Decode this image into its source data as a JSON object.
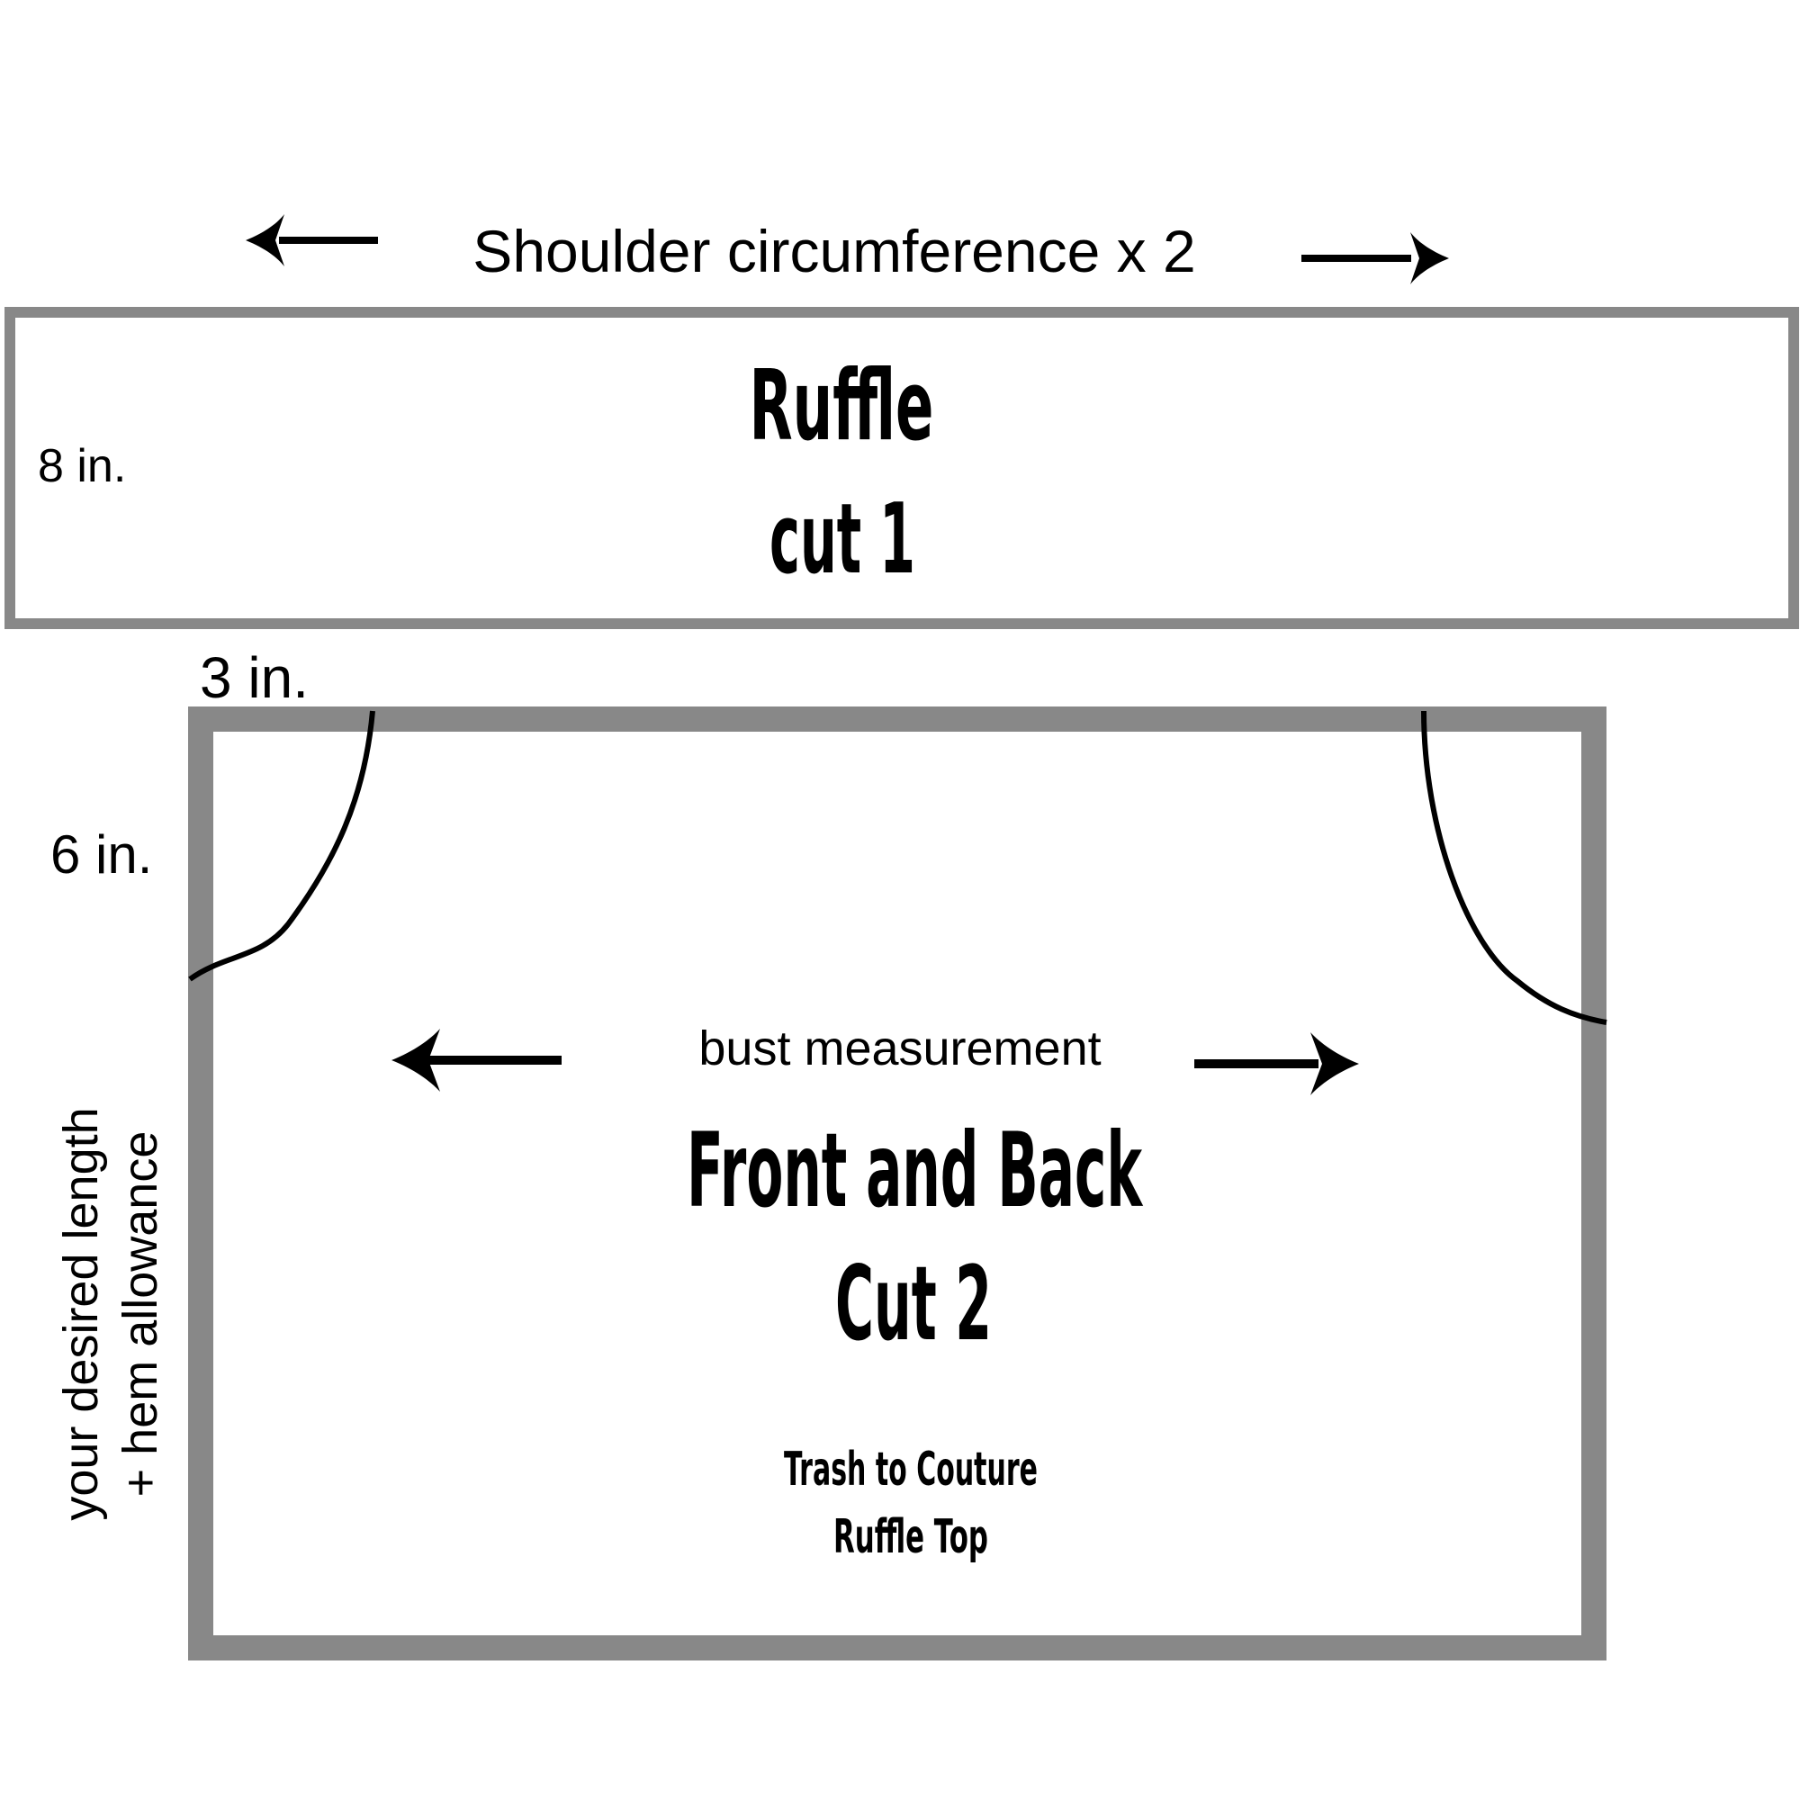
{
  "ruffle_piece": {
    "width_label": "Shoulder circumference x 2",
    "height_label": "8 in.",
    "title": "Ruffle",
    "cut_label": "cut 1"
  },
  "body_piece": {
    "armhole_width_label": "3 in.",
    "armhole_depth_label": "6 in.",
    "width_label": "bust measurement",
    "length_label_line1": "your desired length",
    "length_label_line2": "+ hem allowance",
    "title": "Front and Back",
    "cut_label": "Cut 2",
    "credit_line1": "Trash to Couture",
    "credit_line2": "Ruffle Top"
  },
  "colors": {
    "outline": "#888888",
    "text": "#000000",
    "background": "#ffffff"
  }
}
